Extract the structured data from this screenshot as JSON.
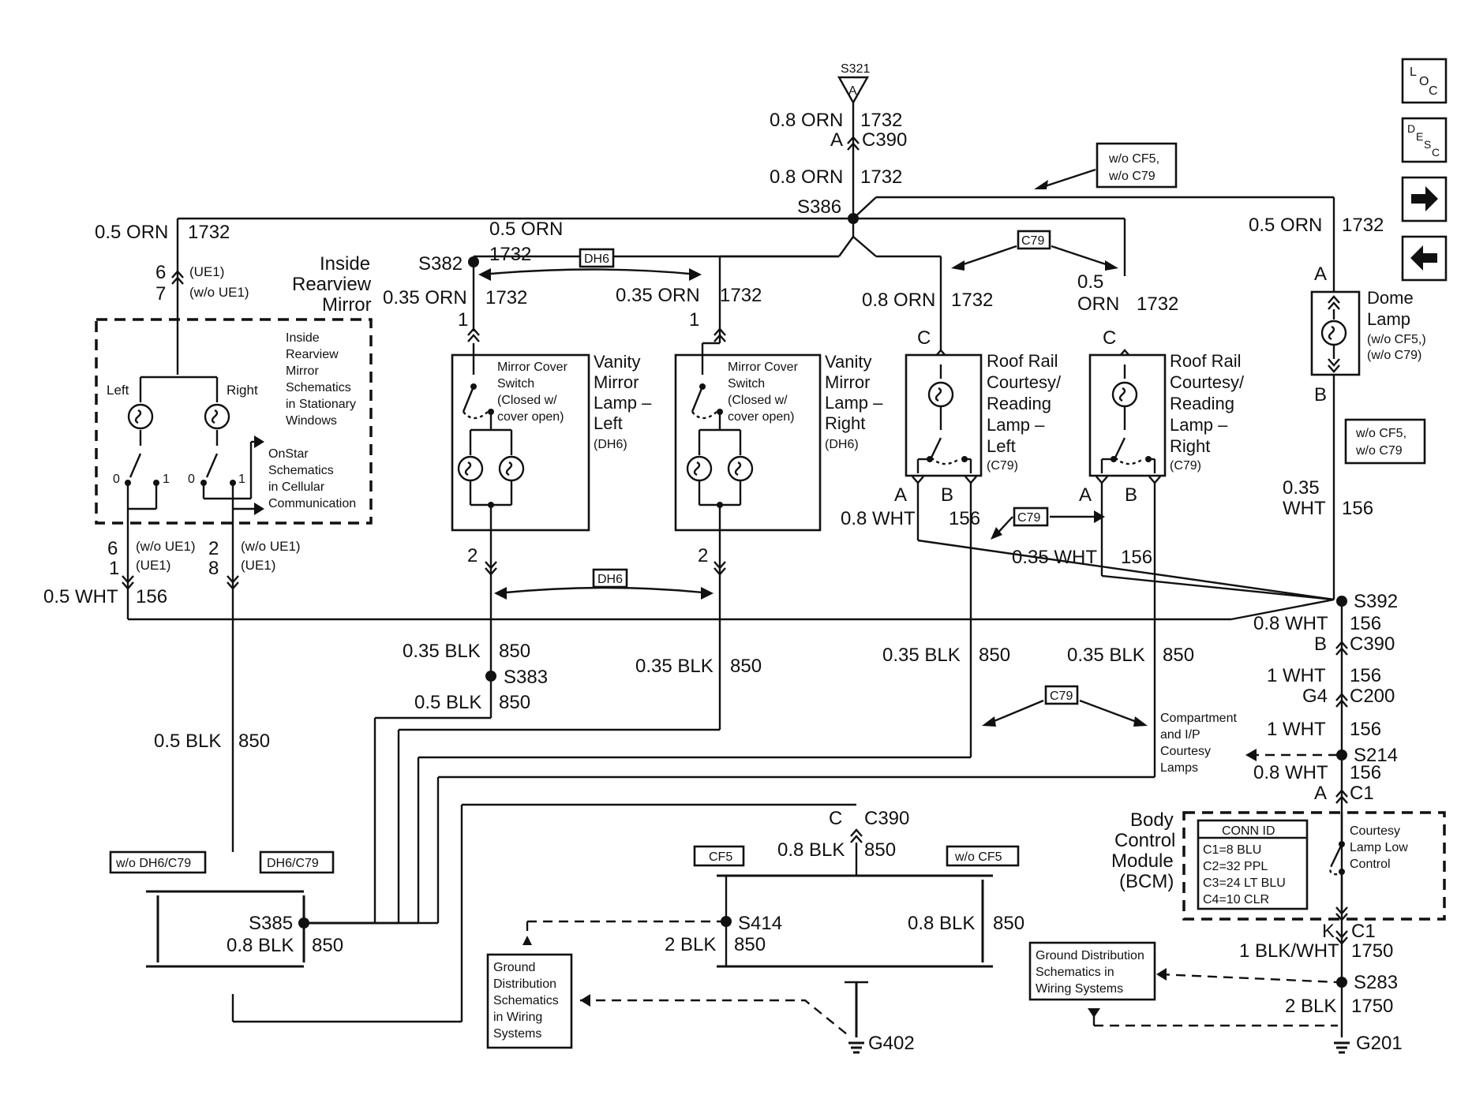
{
  "diagram": {
    "splices": [
      "S386",
      "S382",
      "S383",
      "S385",
      "S392",
      "S214",
      "S283",
      "S414"
    ],
    "top": {
      "s321": "S321",
      "s321_pin": "A",
      "w1": "0.8 ORN",
      "c1": "1732",
      "pinA": "A",
      "conn1": "C390",
      "w2": "0.8 ORN",
      "c2": "1732",
      "s386": "S386"
    },
    "wires": {
      "orn05": "0.5 ORN",
      "c1732": "1732",
      "orn035": "0.35 ORN",
      "orn08": "0.8 ORN",
      "orn05b": "0.5",
      "orn05c": "ORN",
      "wht05": "0.5 WHT",
      "c156": "156",
      "wht08": "0.8 WHT",
      "wht035": "0.35 WHT",
      "wht035a": "0.35",
      "wht035b": "WHT",
      "blk035": "0.35 BLK",
      "blk05": "0.5 BLK",
      "c850": "850",
      "blk08": "0.8 BLK",
      "blk2": "2 BLK",
      "wht1": "1 WHT",
      "blkwht": "1 BLK/WHT",
      "c1750": "1750"
    },
    "tags": {
      "dh6": "DH6",
      "c79": "C79",
      "cf5": "CF5",
      "wocf5": "w/o CF5",
      "wodh6c79": "w/o DH6/C79",
      "dh6c79": "DH6/C79",
      "wocf5c79_a": "w/o CF5,",
      "wocf5c79_b": "w/o C79"
    },
    "mirror": {
      "title": [
        "Inside",
        "Rearview",
        "Mirror"
      ],
      "p6": "6",
      "p7": "7",
      "ue1": "(UE1)",
      "woue1": "(w/o UE1)",
      "left": "Left",
      "right": "Right",
      "note1": [
        "Inside",
        "Rearview",
        "Mirror",
        "Schematics",
        "in Stationary",
        "Windows"
      ],
      "note2": [
        "OnStar",
        "Schematics",
        "in Cellular",
        "Communication"
      ],
      "zero": "0",
      "one": "1",
      "b6": "6",
      "b1": "1",
      "b2": "2",
      "b8": "8"
    },
    "vanity": {
      "sw": [
        "Mirror Cover",
        "Switch",
        "(Closed w/",
        "cover open)"
      ],
      "left": [
        "Vanity",
        "Mirror",
        "Lamp –",
        "Left",
        "(DH6)"
      ],
      "right": [
        "Vanity",
        "Mirror",
        "Lamp –",
        "Right",
        "(DH6)"
      ],
      "pin1": "1",
      "pin2": "2"
    },
    "roof": {
      "left": [
        "Roof Rail",
        "Courtesy/",
        "Reading",
        "Lamp –",
        "Left",
        "(C79)"
      ],
      "right": [
        "Roof Rail",
        "Courtesy/",
        "Reading",
        "Lamp –",
        "Right",
        "(C79)"
      ],
      "pa": "A",
      "pb": "B",
      "pc": "C"
    },
    "dome": {
      "title": [
        "Dome",
        "Lamp",
        "(w/o CF5,)",
        "(w/o C79)"
      ],
      "pa": "A",
      "pb": "B"
    },
    "right_side": {
      "s392": "S392",
      "pinB": "B",
      "c390": "C390",
      "g4": "G4",
      "c200": "C200",
      "comp": [
        "Compartment",
        "and I/P",
        "Courtesy",
        "Lamps"
      ],
      "s214": "S214",
      "pinA": "A",
      "c1": "C1"
    },
    "bcm": {
      "title": [
        "Body",
        "Control",
        "Module",
        "(BCM)"
      ],
      "conn_id": "CONN ID",
      "conns": [
        "C1=8 BLU",
        "C2=32 PPL",
        "C3=24 LT BLU",
        "C4=10 CLR"
      ],
      "courtesy": [
        "Courtesy",
        "Lamp Low",
        "Control"
      ],
      "pinK": "K",
      "c1": "C1"
    },
    "grounds": {
      "s283": "S283",
      "g201": "G201",
      "g402": "G402",
      "s414": "S414",
      "s385": "S385",
      "gd_right": [
        "Ground Distribution",
        "Schematics in",
        "Wiring Systems"
      ],
      "gd_left": [
        "Ground",
        "Distribution",
        "Schematics",
        "in Wiring",
        "Systems"
      ],
      "c390": "C390",
      "pinC": "C"
    },
    "nav": {
      "loc": "LOC",
      "desc": "DESC"
    }
  }
}
